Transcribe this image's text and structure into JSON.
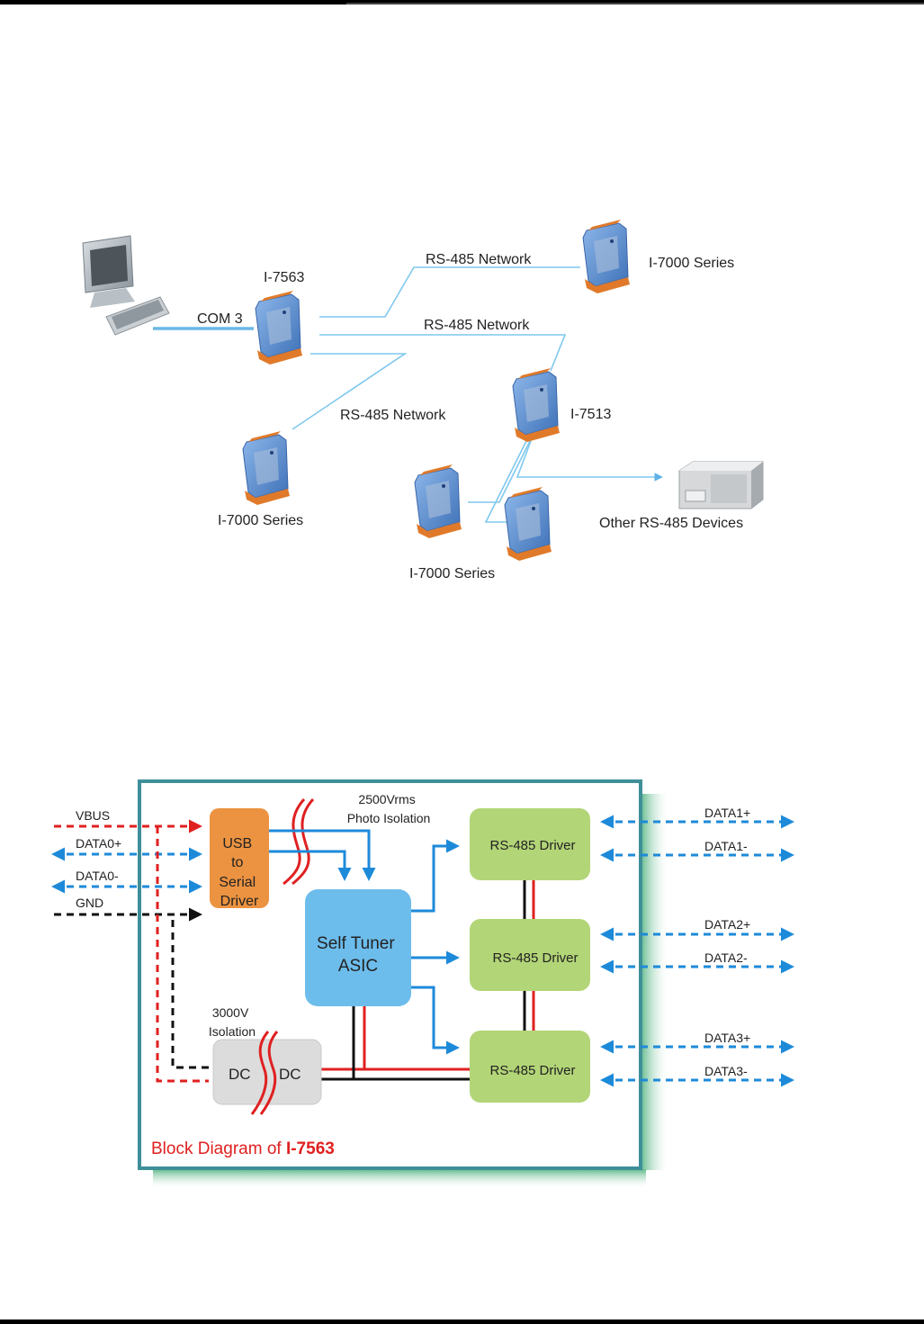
{
  "network_diagram": {
    "labels": {
      "com_port": "COM 3",
      "converter": "I-7563",
      "net1": "RS-485 Network",
      "net2": "RS-485 Network",
      "net3": "RS-485 Network",
      "series_right": "I-7000 Series",
      "series_left": "I-7000 Series",
      "series_bottom": "I-7000 Series",
      "repeater": "I-7513",
      "other_devices": "Other RS-485 Devices"
    },
    "colors": {
      "link": "#7fc8ee",
      "module_body": "#5b8fd0",
      "module_terminal": "#e07a2a"
    }
  },
  "block_diagram": {
    "title_prefix": "Block Diagram of ",
    "title_model": "I-7563",
    "usb_block": [
      "USB",
      "to",
      "Serial",
      "Driver"
    ],
    "asic_block": [
      "Self Tuner",
      "ASIC"
    ],
    "photo_isolation": [
      "2500Vrms",
      "Photo Isolation"
    ],
    "dc_isolation": [
      "3000V",
      "Isolation"
    ],
    "dc_left": "DC",
    "dc_right": "DC",
    "drivers": [
      "RS-485 Driver",
      "RS-485 Driver",
      "RS-485 Driver"
    ],
    "usb_signals": [
      "VBUS",
      "DATA0+",
      "DATA0-",
      "GND"
    ],
    "rs485_signals": [
      "DATA1+",
      "DATA1-",
      "DATA2+",
      "DATA2-",
      "DATA3+",
      "DATA3-"
    ],
    "colors": {
      "frame": "#3f8f99",
      "shadow": "#7cc49a",
      "usb_block": "#ec9341",
      "asic_block": "#6dbdec",
      "driver_block": "#b2d577",
      "dc_block": "#dcdcdc",
      "signal_blue": "#1d8ad9",
      "power_red": "#e02020",
      "ground_black": "#111111",
      "title_red": "#e02020"
    }
  }
}
